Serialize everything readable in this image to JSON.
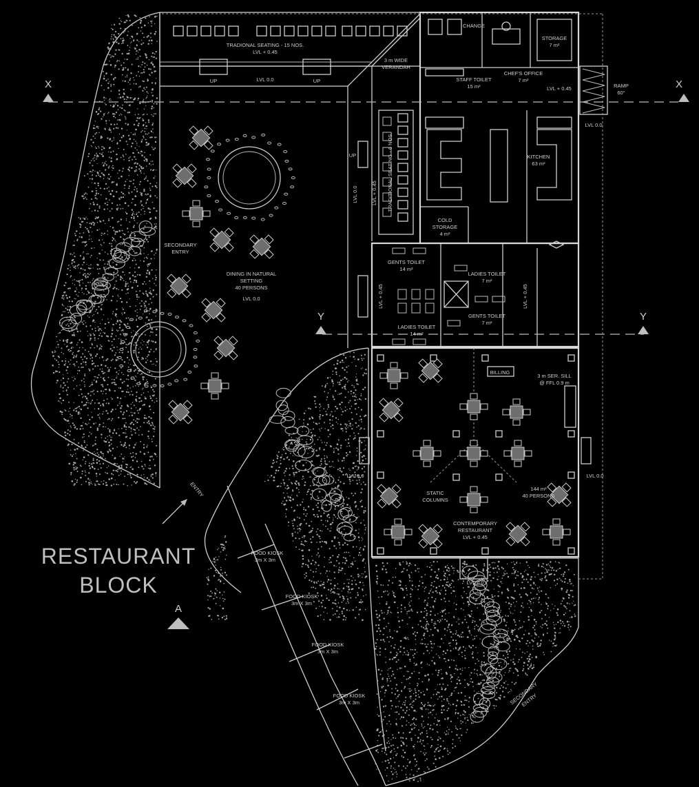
{
  "title": {
    "line1": "RESTAURANT",
    "line2": "BLOCK"
  },
  "section_markers": {
    "x_left": "X",
    "x_right": "X",
    "y_left": "Y",
    "y_right": "Y",
    "a": "A"
  },
  "labels": {
    "traditional_seating_top": "TRADIONAL SEATING - 15 NOS.",
    "traditional_seating_top_lvl": "LVL + 0.45",
    "up_1": "UP",
    "up_2": "UP",
    "lvl_top": "LVL 0.0",
    "veranda_1": "3 m WIDE",
    "veranda_2": "VERANDAH",
    "change": "CHANGE",
    "storage_1": "STORAGE",
    "storage_2": "7 m²",
    "staff_toilet_1": "STAFF TOILET",
    "staff_toilet_2": "15 m²",
    "chefs_office_1": "CHEF'S OFFICE",
    "chefs_office_2": "7 m²",
    "lvl_kitchen": "LVL + 0.45",
    "ramp_1": "RAMP",
    "ramp_2": "60°",
    "lvl_ramp": "LVL 0.0",
    "kitchen_1": "KITCHEN",
    "kitchen_2": "63 m²",
    "trad_seating_side": "TRADITIONAL SEATING - 6 NOS.",
    "lvl_side_1": "LVL + 0.45",
    "lvl_side_2": "LVL 0.0",
    "up_side": "UP",
    "cold_storage_1": "COLD",
    "cold_storage_2": "STORAGE",
    "cold_storage_3": "4 m²",
    "secondary_entry_1": "SECONDARY",
    "secondary_entry_2": "ENTRY",
    "dining_1": "DINING IN NATURAL",
    "dining_2": "SETTING",
    "dining_3": "40 PERSONS",
    "dining_4": "LVL 0.0",
    "gents_toilet_top_1": "GENTS TOILET",
    "gents_toilet_top_2": "14 m²",
    "ladies_toilet_top_1": "LADIES TOILET",
    "ladies_toilet_top_2": "7 m²",
    "gents_toilet_bottom_1": "GENTS TOILET",
    "gents_toilet_bottom_2": "7 m²",
    "ladies_toilet_bottom_1": "LADIES TOILET",
    "ladies_toilet_bottom_2": "14 m²",
    "lvl_toilet_left": "LVL + 0.45",
    "lvl_toilet_right": "LVL + 0.45",
    "billing": "BILLING",
    "sill_1": "3 m SER. SILL",
    "sill_2": "@ FFL 0.9 m",
    "lvl_rest_left": "LVL 0.0",
    "lvl_rest_right": "LVL 0.0",
    "static_columns_1": "STATIC",
    "static_columns_2": "COLUMNS",
    "rest_area_1": "144 m²",
    "rest_area_2": "40 PERSONS",
    "contemporary_1": "CONTEMPORARY",
    "contemporary_2": "RESTAURANT",
    "contemporary_3": "LVL + 0.45",
    "lvl_bottom": "LVL 0.0",
    "entry": "ENTRY",
    "kiosk_1a": "FOOD KIOSK",
    "kiosk_1b": "3m X 3m",
    "kiosk_2a": "FOOD KIOSK",
    "kiosk_2b": "3m X 3m",
    "kiosk_3a": "FOOD KIOSK",
    "kiosk_3b": "3m X 3m",
    "kiosk_4a": "FOOD KIOSK",
    "kiosk_4b": "3m X 3m",
    "secondary_entry_bottom_1": "SECONDARY",
    "secondary_entry_bottom_2": "ENTRY"
  },
  "colors": {
    "background": "#000000",
    "linework": "#cfcfcf",
    "hatch": "#a8a8a8"
  }
}
